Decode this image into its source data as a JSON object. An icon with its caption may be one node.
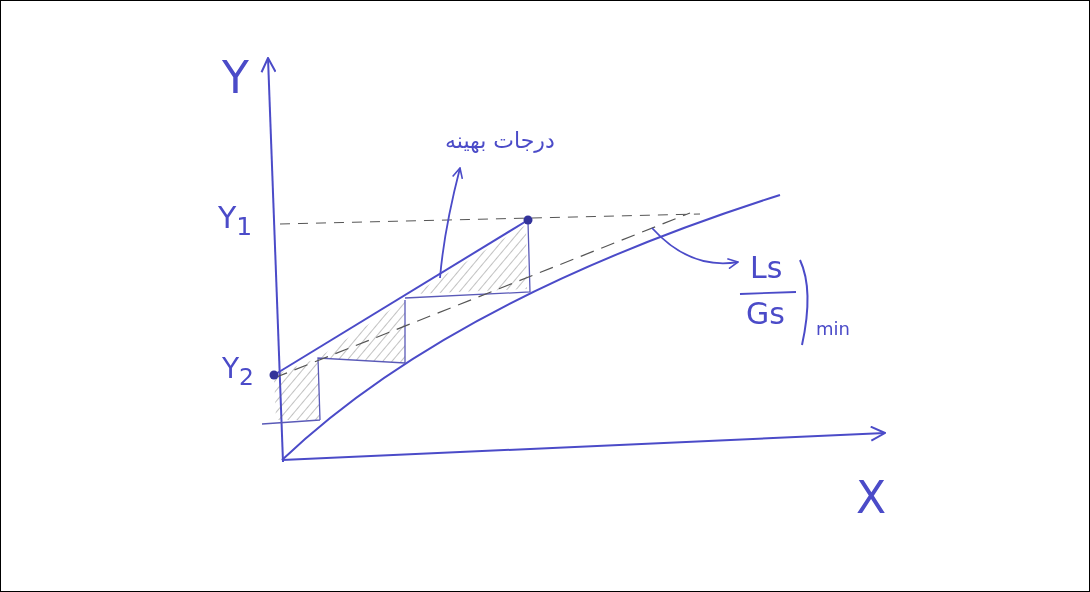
{
  "diagram": {
    "nodes": [
      {
        "text": [
          "درجات بهینه"
        ]
      },
      {
        "text": [],
        "shape": "picture"
      },
      {
        "text": [
          "Ls",
          "Gs",
          "min"
        ]
      }
    ],
    "edges": [
      {
        "from": 1,
        "to": 0,
        "arrow": "to"
      },
      {
        "from": null,
        "to": 2,
        "arrow": "to"
      }
    ],
    "labels": [
      "Y",
      "Y$_{1}$",
      "Y$_{2}$",
      "X"
    ]
  }
}
